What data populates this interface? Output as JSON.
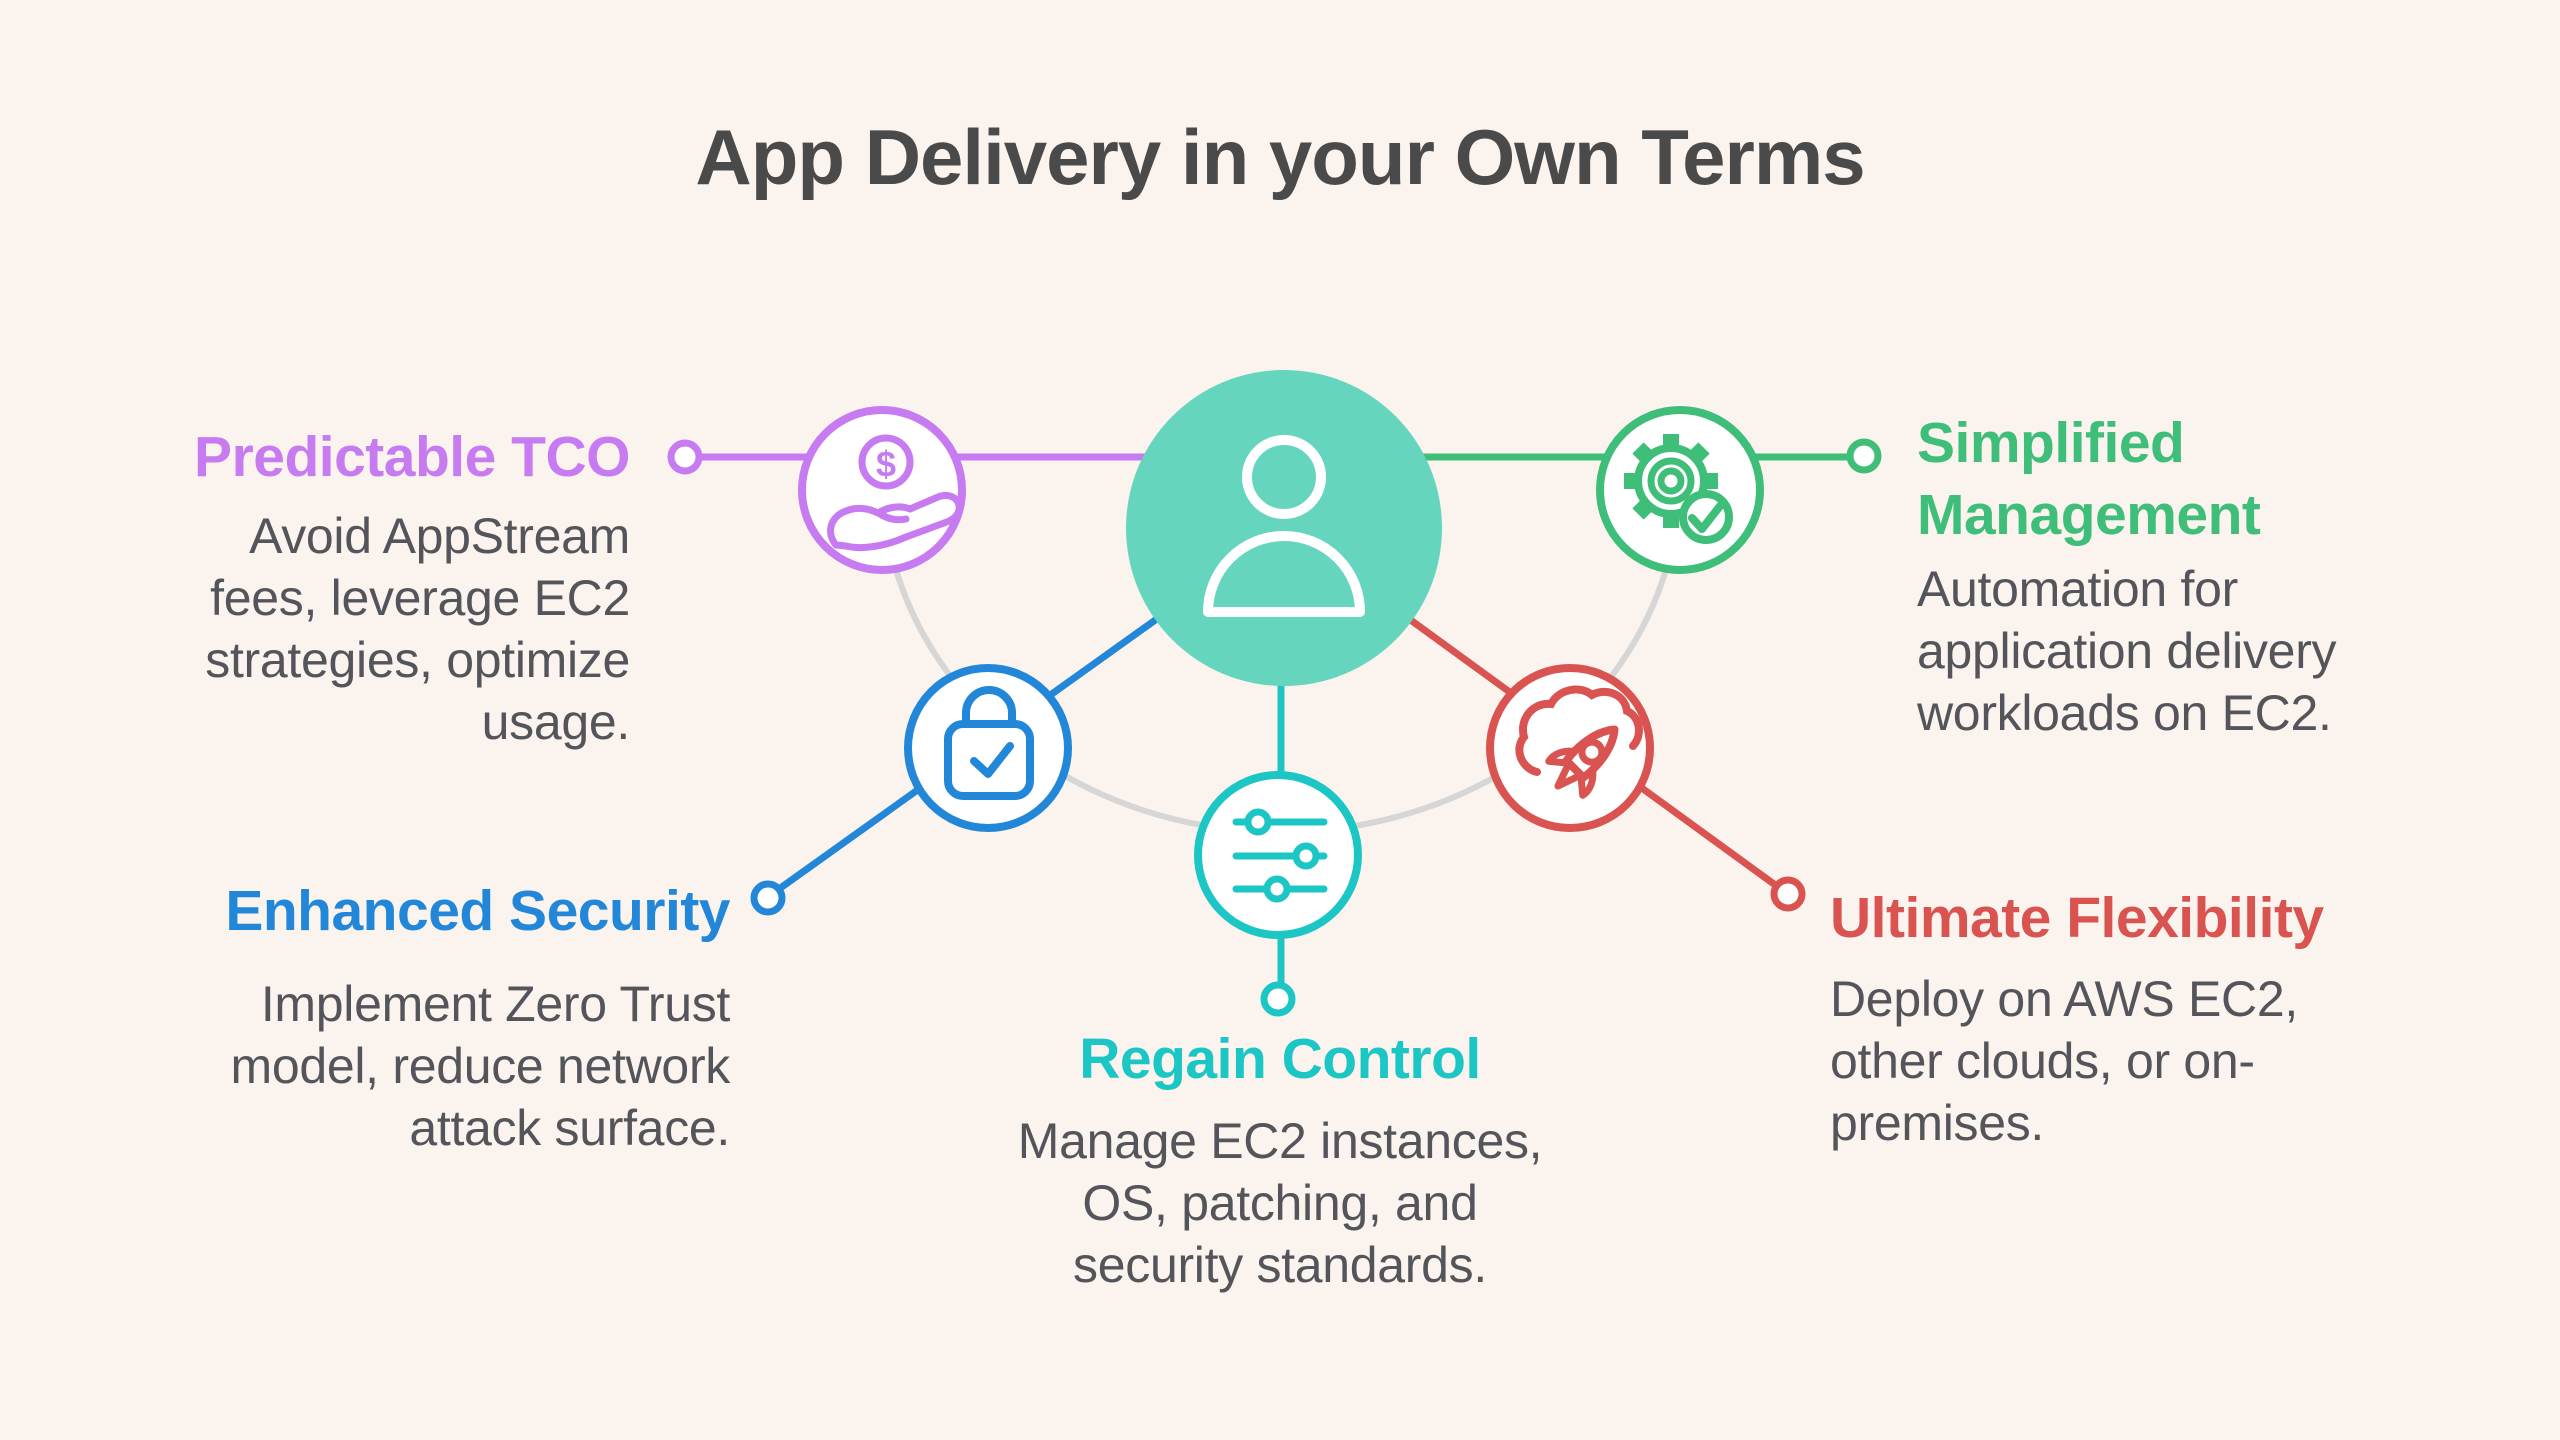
{
  "theme": {
    "background": "#FAF3EE",
    "title_color": "#4A4A4A",
    "body_text_color": "#54555A",
    "connector_gray": "#D6D6D6",
    "center_circle_color": "#65D5BD",
    "icon_stroke_on_center": "#FFFFFF"
  },
  "title": "App Delivery in your Own Terms",
  "center": {
    "icon": "person-icon"
  },
  "nodes": [
    {
      "id": "predictable-tco",
      "color": "#C77BF1",
      "icon": "hand-coin-icon",
      "coin_symbol": "$",
      "heading_lines": [
        "Predictable TCO",
        ""
      ],
      "desc_lines": [
        "Avoid AppStream",
        "fees, leverage EC2",
        "strategies, optimize",
        "usage."
      ]
    },
    {
      "id": "simplified-management",
      "color": "#3EBE78",
      "icon": "gear-check-icon",
      "heading_lines": [
        "Simplified",
        "Management"
      ],
      "desc_lines": [
        "Automation for",
        "application delivery",
        "workloads on EC2.",
        ""
      ]
    },
    {
      "id": "enhanced-security",
      "color": "#2287D8",
      "icon": "lock-check-icon",
      "heading_lines": [
        "Enhanced Security",
        ""
      ],
      "desc_lines": [
        "Implement Zero Trust",
        "model, reduce network",
        "attack surface.",
        ""
      ]
    },
    {
      "id": "regain-control",
      "color": "#1CC6C4",
      "icon": "sliders-icon",
      "heading_lines": [
        "Regain Control",
        ""
      ],
      "desc_lines": [
        "Manage EC2 instances,",
        "OS, patching, and",
        "security standards.",
        ""
      ]
    },
    {
      "id": "ultimate-flexibility",
      "color": "#D95450",
      "icon": "cloud-rocket-icon",
      "heading_lines": [
        "Ultimate Flexibility",
        ""
      ],
      "desc_lines": [
        "Deploy on AWS EC2,",
        "other clouds, or on-",
        "premises.",
        ""
      ]
    }
  ]
}
